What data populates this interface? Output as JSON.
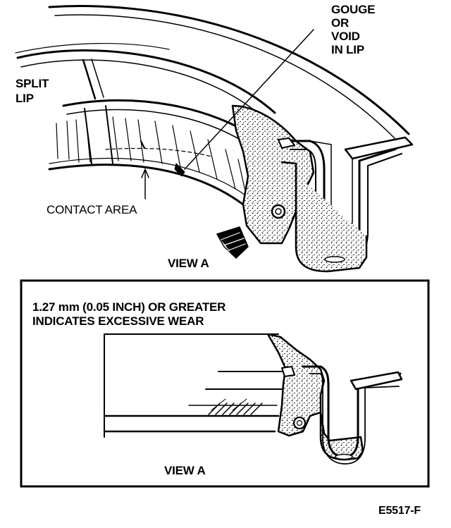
{
  "top_view": {
    "gouge_label": "GOUGE\nOR\nVOID\nIN LIP",
    "split_lip_label": "SPLIT\nLIP",
    "contact_area_label": "CONTACT AREA",
    "view_label": "VIEW A"
  },
  "detail_view": {
    "wear_note": "1.27 mm (0.05 INCH) OR GREATER\nINDICATES EXCESSIVE WEAR",
    "view_label": "VIEW A"
  },
  "figure_id": "E5517-F"
}
